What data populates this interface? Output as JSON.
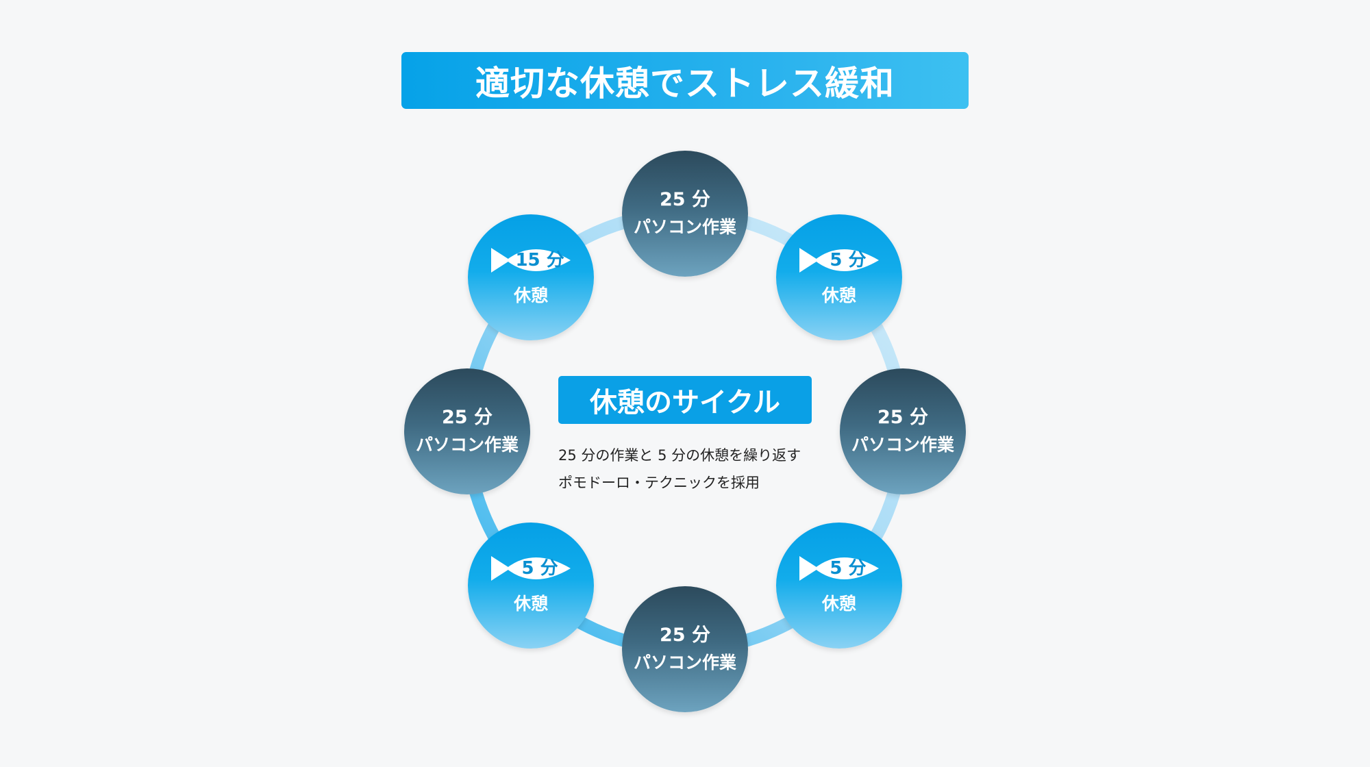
{
  "title": "適切な休憩でストレス緩和",
  "center": {
    "heading": "休憩のサイクル",
    "lines": [
      "25 分の作業と 5 分の休憩を繰り返す",
      "ポモドーロ・テクニックを採用"
    ]
  },
  "nodes": [
    {
      "kind": "work",
      "duration": "25 分",
      "label": "パソコン作業"
    },
    {
      "kind": "rest",
      "duration": "5 分",
      "label": "休憩"
    },
    {
      "kind": "work",
      "duration": "25 分",
      "label": "パソコン作業"
    },
    {
      "kind": "rest",
      "duration": "5 分",
      "label": "休憩"
    },
    {
      "kind": "work",
      "duration": "25 分",
      "label": "パソコン作業"
    },
    {
      "kind": "rest",
      "duration": "5 分",
      "label": "休憩"
    },
    {
      "kind": "work",
      "duration": "25 分",
      "label": "パソコン作業"
    },
    {
      "kind": "rest",
      "duration": "15 分",
      "label": "休憩"
    }
  ],
  "icons": {
    "rest": "fish-icon"
  },
  "colors": {
    "background": "#f6f7f8",
    "accent": "#0aa0e6",
    "work_dark": "#2c4a5c",
    "rest_blue": "#05a0e6",
    "ring_light": "#c6e6f8"
  }
}
